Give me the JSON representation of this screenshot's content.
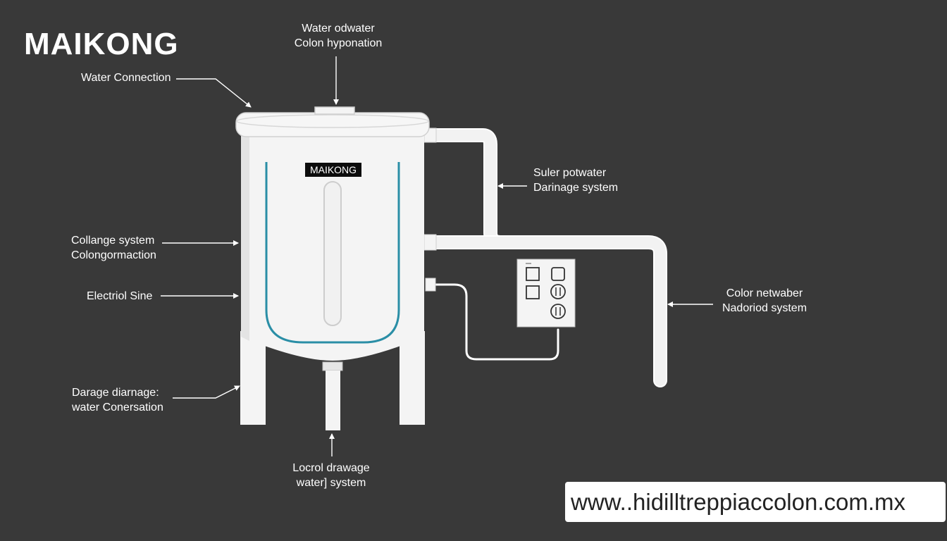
{
  "brand": "MAIKONG",
  "tank_label": "MAIKONG",
  "callouts": {
    "top_line1": "Water odwater",
    "top_line2": "Colon hyponation",
    "water_connection": "Water Connection",
    "right_top_line1": "Suler potwater",
    "right_top_line2": "Darinage system",
    "left_mid_line1": "Collange system",
    "left_mid_line2": "Colongormaction",
    "electrical": "Electriol Sine",
    "right_mid_line1": "Color netwaber",
    "right_mid_line2": "Nadoriod system",
    "left_bottom_line1": "Darage diarnage:",
    "left_bottom_line2": "water Conersation",
    "bottom_line1": "Locrol drawage",
    "bottom_line2": "water] system"
  },
  "url": "www..hidilltreppiaccolon.com.mx",
  "colors": {
    "background": "#393939",
    "tank_fill": "#f4f4f4",
    "tank_accent": "#2a8ea6",
    "line": "#ffffff"
  }
}
